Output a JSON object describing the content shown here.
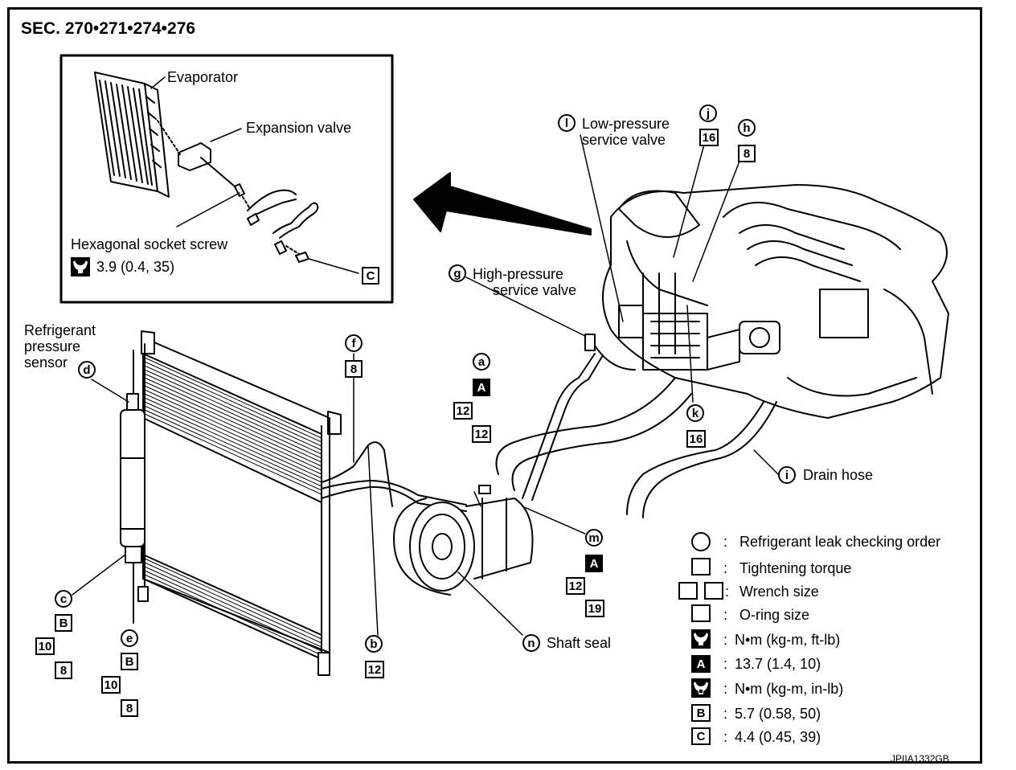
{
  "section_title": "SEC. 270•271•274•276",
  "inset": {
    "evaporator": "Evaporator",
    "expansion_valve": "Expansion valve",
    "hex_socket_screw": "Hexagonal socket screw",
    "screw_torque": "3.9 (0.4, 35)",
    "screw_torque_code": "C"
  },
  "labels": {
    "low_pressure_valve": "Low-pressure\nservice valve",
    "high_pressure_valve": "High-pressure\n     service valve",
    "refrigerant_sensor": "Refrigerant\npressure\nsensor",
    "drain_hose": "Drain hose",
    "shaft_seal": "Shaft seal"
  },
  "markers": {
    "a": "a",
    "b": "b",
    "c": "c",
    "d": "d",
    "e": "e",
    "f": "f",
    "g": "g",
    "h": "h",
    "i": "i",
    "j": "j",
    "k": "k",
    "l": "l",
    "m": "m",
    "n": "n"
  },
  "sizes": {
    "j_oring": "16",
    "h_oring": "8",
    "k_oring": "16",
    "f_oring": "8",
    "a_code": "A",
    "a_wrench": "12",
    "a_oring": "12",
    "m_code": "A",
    "m_wrench": "12",
    "m_oring": "19",
    "b_oring": "12",
    "c_code": "B",
    "c_wrench": "10",
    "c_oring": "8",
    "e_code": "B",
    "e_wrench": "10",
    "e_oring": "8"
  },
  "legend": {
    "leak_order": "Refrigerant leak checking order",
    "tightening_torque": "Tightening torque",
    "wrench_size": "Wrench size",
    "oring_size": "O-ring size",
    "nm_ftlb": "N•m (kg-m, ft-lb)",
    "a_code": "A",
    "a_value": "13.7 (1.4, 10)",
    "nm_inlb": "N•m (kg-m, in-lb)",
    "b_code": "B",
    "b_value": "5.7 (0.58, 50)",
    "c_code": "C",
    "c_value": "4.4 (0.45, 39)",
    "colon": ":"
  },
  "figure_code": "JPIIA1332GB"
}
